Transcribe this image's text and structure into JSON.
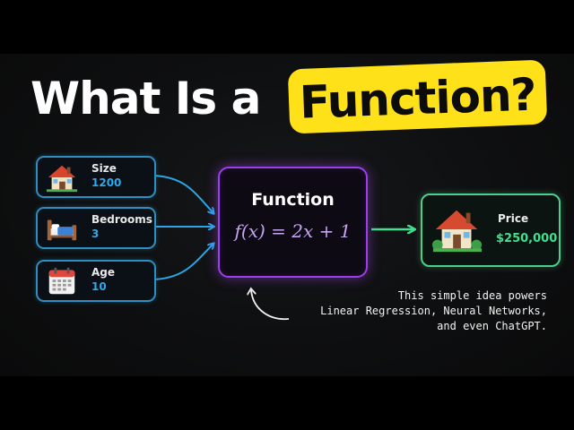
{
  "title": {
    "plain": "What Is a",
    "highlight": "Function?",
    "highlight_color": "#ffe11a"
  },
  "inputs": [
    {
      "label": "Size",
      "value": "1200",
      "icon": "house-icon"
    },
    {
      "label": "Bedrooms",
      "value": "3",
      "icon": "bed-icon"
    },
    {
      "label": "Age",
      "value": "10",
      "icon": "calendar-icon"
    }
  ],
  "function_box": {
    "title": "Function",
    "formula": "f(x) = 2x + 1",
    "accent": "#9c3fe8"
  },
  "output": {
    "label": "Price",
    "value": "$250,000",
    "icon": "house-icon",
    "accent": "#4ccf8c"
  },
  "note": {
    "lines": [
      "This simple idea powers",
      "Linear Regression, Neural Networks,",
      "and even ChatGPT."
    ]
  },
  "colors": {
    "input_accent": "#2e8ec2",
    "input_value": "#2fa8ec",
    "output_value": "#3fe08f"
  }
}
